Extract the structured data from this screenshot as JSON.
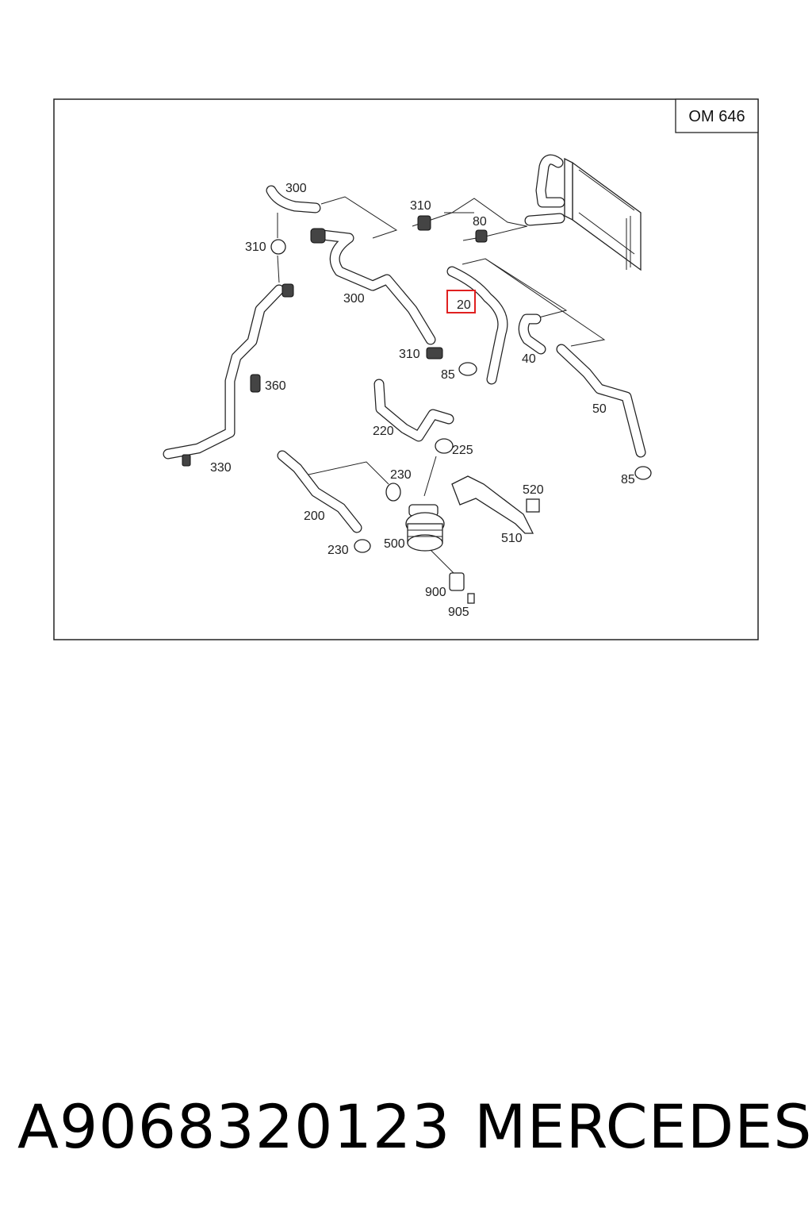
{
  "diagram": {
    "engine_code": "OM 646",
    "highlighted_callout": "20",
    "callouts": {
      "c300a": "300",
      "c310a": "310",
      "c310b": "310",
      "c80": "80",
      "c300b": "300",
      "c20": "20",
      "c310c": "310",
      "c85a": "85",
      "c40": "40",
      "c360": "360",
      "c50": "50",
      "c220": "220",
      "c225": "225",
      "c330": "330",
      "c85b": "85",
      "c230a": "230",
      "c520": "520",
      "c200": "200",
      "c230b": "230",
      "c500": "500",
      "c510": "510",
      "c900": "900",
      "c905": "905"
    },
    "highlight_color": "#e02020"
  },
  "caption": {
    "part_number": "A9068320123",
    "brand": "MERCEDES"
  }
}
